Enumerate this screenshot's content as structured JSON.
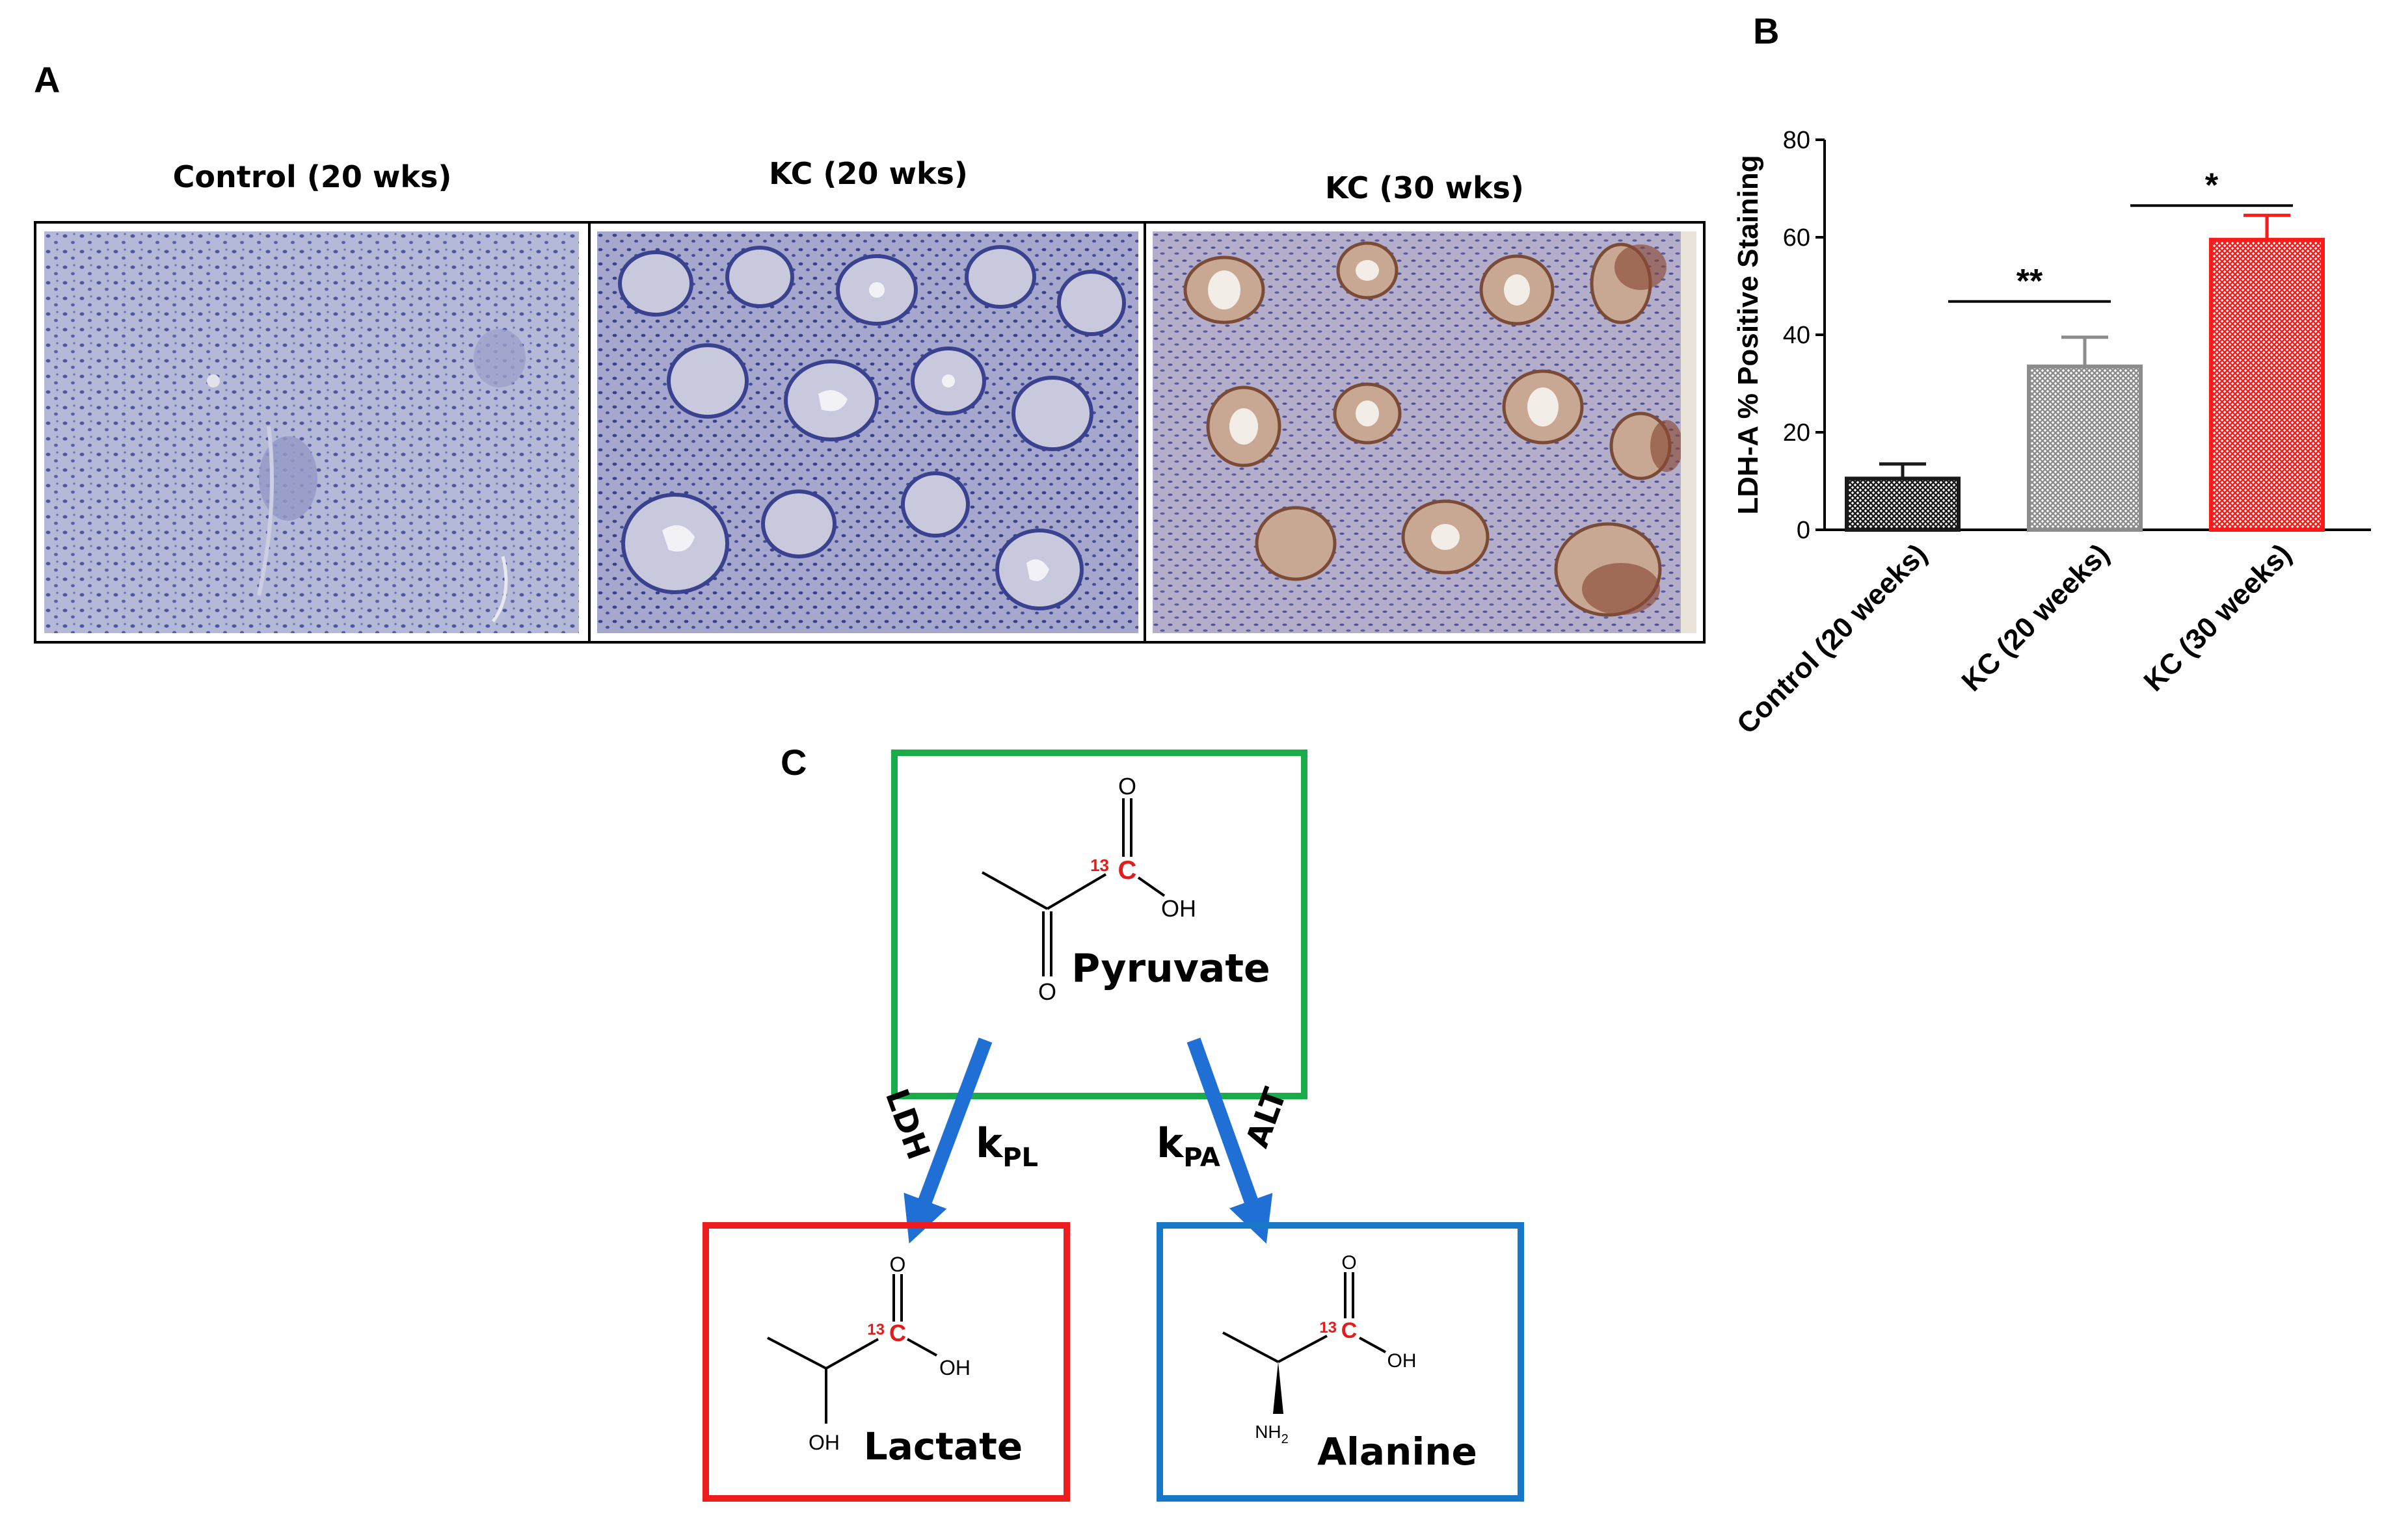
{
  "panel_labels": {
    "a": "A",
    "b": "B",
    "c": "C"
  },
  "panel_a": {
    "images": [
      {
        "title": "Control (20 wks)",
        "stain": "negative"
      },
      {
        "title": "KC (20 wks)",
        "stain": "negative"
      },
      {
        "title": "KC (30 wks)",
        "stain": "positive"
      }
    ]
  },
  "chart_data": {
    "type": "bar",
    "title": "",
    "xlabel": "",
    "ylabel": "LDH-A % Positive Staining",
    "ylim": [
      0,
      80
    ],
    "yticks": [
      0,
      20,
      40,
      60,
      80
    ],
    "categories": [
      "Control (20 weeks)",
      "KC (20 weeks)",
      "KC (30 weeks)"
    ],
    "values": [
      10.5,
      33.5,
      59.5
    ],
    "errors": [
      3.0,
      6.0,
      5.0
    ],
    "bar_colors": [
      "#1a1a1a",
      "#8c8c8c",
      "#ff1a1a"
    ],
    "grid": false,
    "legend": "none",
    "significance": [
      {
        "from": 0,
        "to": 1,
        "label": "**"
      },
      {
        "from": 1,
        "to": 2,
        "label": "*"
      }
    ]
  },
  "panel_c": {
    "pyruvate": {
      "name": "Pyruvate",
      "isotope_mass": "13",
      "isotope_atom": "C",
      "o_top": "O",
      "oh": "OH",
      "o_keto": "O",
      "border_color": "#1aab4b"
    },
    "lactate": {
      "name": "Lactate",
      "isotope_mass": "13",
      "isotope_atom": "C",
      "o_top": "O",
      "oh": "OH",
      "oh_bottom": "OH",
      "border_color": "#ee1c1c"
    },
    "alanine": {
      "name": "Alanine",
      "isotope_mass": "13",
      "isotope_atom": "C",
      "o_top": "O",
      "oh": "OH",
      "nh2": "NH",
      "nh2_sub": "2",
      "border_color": "#1878c8"
    },
    "arrow_color": "#1f6fd4",
    "enzyme_left": "LDH",
    "enzyme_right": "ALT",
    "rate_left": {
      "k": "k",
      "sub": "PL"
    },
    "rate_right": {
      "k": "k",
      "sub": "PA"
    }
  }
}
